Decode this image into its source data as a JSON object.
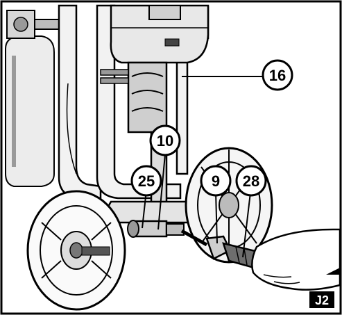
{
  "figure": {
    "id_label": "J2",
    "callouts": [
      {
        "key": "16",
        "text": "16"
      },
      {
        "key": "10",
        "text": "10"
      },
      {
        "key": "25",
        "text": "25"
      },
      {
        "key": "9",
        "text": "9"
      },
      {
        "key": "28",
        "text": "28"
      }
    ]
  },
  "colors": {
    "ink": "#000000",
    "fill_light": "#e6e6e6",
    "fill_mid": "#bdbdbd",
    "fill_dark": "#6e6e6e",
    "background": "#ffffff"
  }
}
